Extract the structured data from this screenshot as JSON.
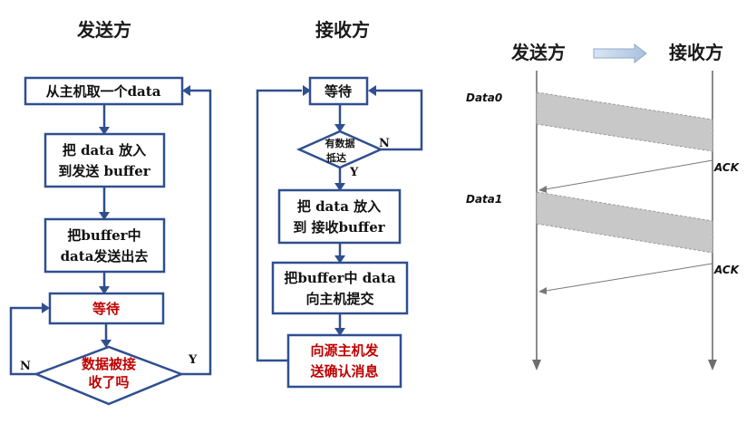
{
  "sender": {
    "title": "发送方",
    "steps": {
      "get_data": "从主机取一个data",
      "put_buffer_1": "把 data 放入",
      "put_buffer_2": "到发送 buffer",
      "send_1": "把buffer中",
      "send_2": "data发送出去",
      "wait": "等待",
      "decision_1": "数据被接",
      "decision_2": "收了吗",
      "yes": "Y",
      "no": "N"
    }
  },
  "receiver": {
    "title": "接收方",
    "steps": {
      "wait": "等待",
      "decision_1": "有数据",
      "decision_2": "抵达",
      "yes": "Y",
      "no": "N",
      "put_buffer_1": "把 data 放入",
      "put_buffer_2": "到 接收buffer",
      "submit_1": "把buffer中 data",
      "submit_2": "向主机提交",
      "ack_1": "向源主机发",
      "ack_2": "送确认消息"
    }
  },
  "timeline": {
    "sender_label": "发送方",
    "receiver_label": "接收方",
    "packets": [
      "Data0",
      "Data1"
    ],
    "acks": [
      "ACK",
      "ACK"
    ]
  },
  "colors": {
    "box_border": "#2f4f8f",
    "highlight_text": "#c00000",
    "packet_fill": "#c8c8c8",
    "direction_arrow": "#b8cce4"
  }
}
